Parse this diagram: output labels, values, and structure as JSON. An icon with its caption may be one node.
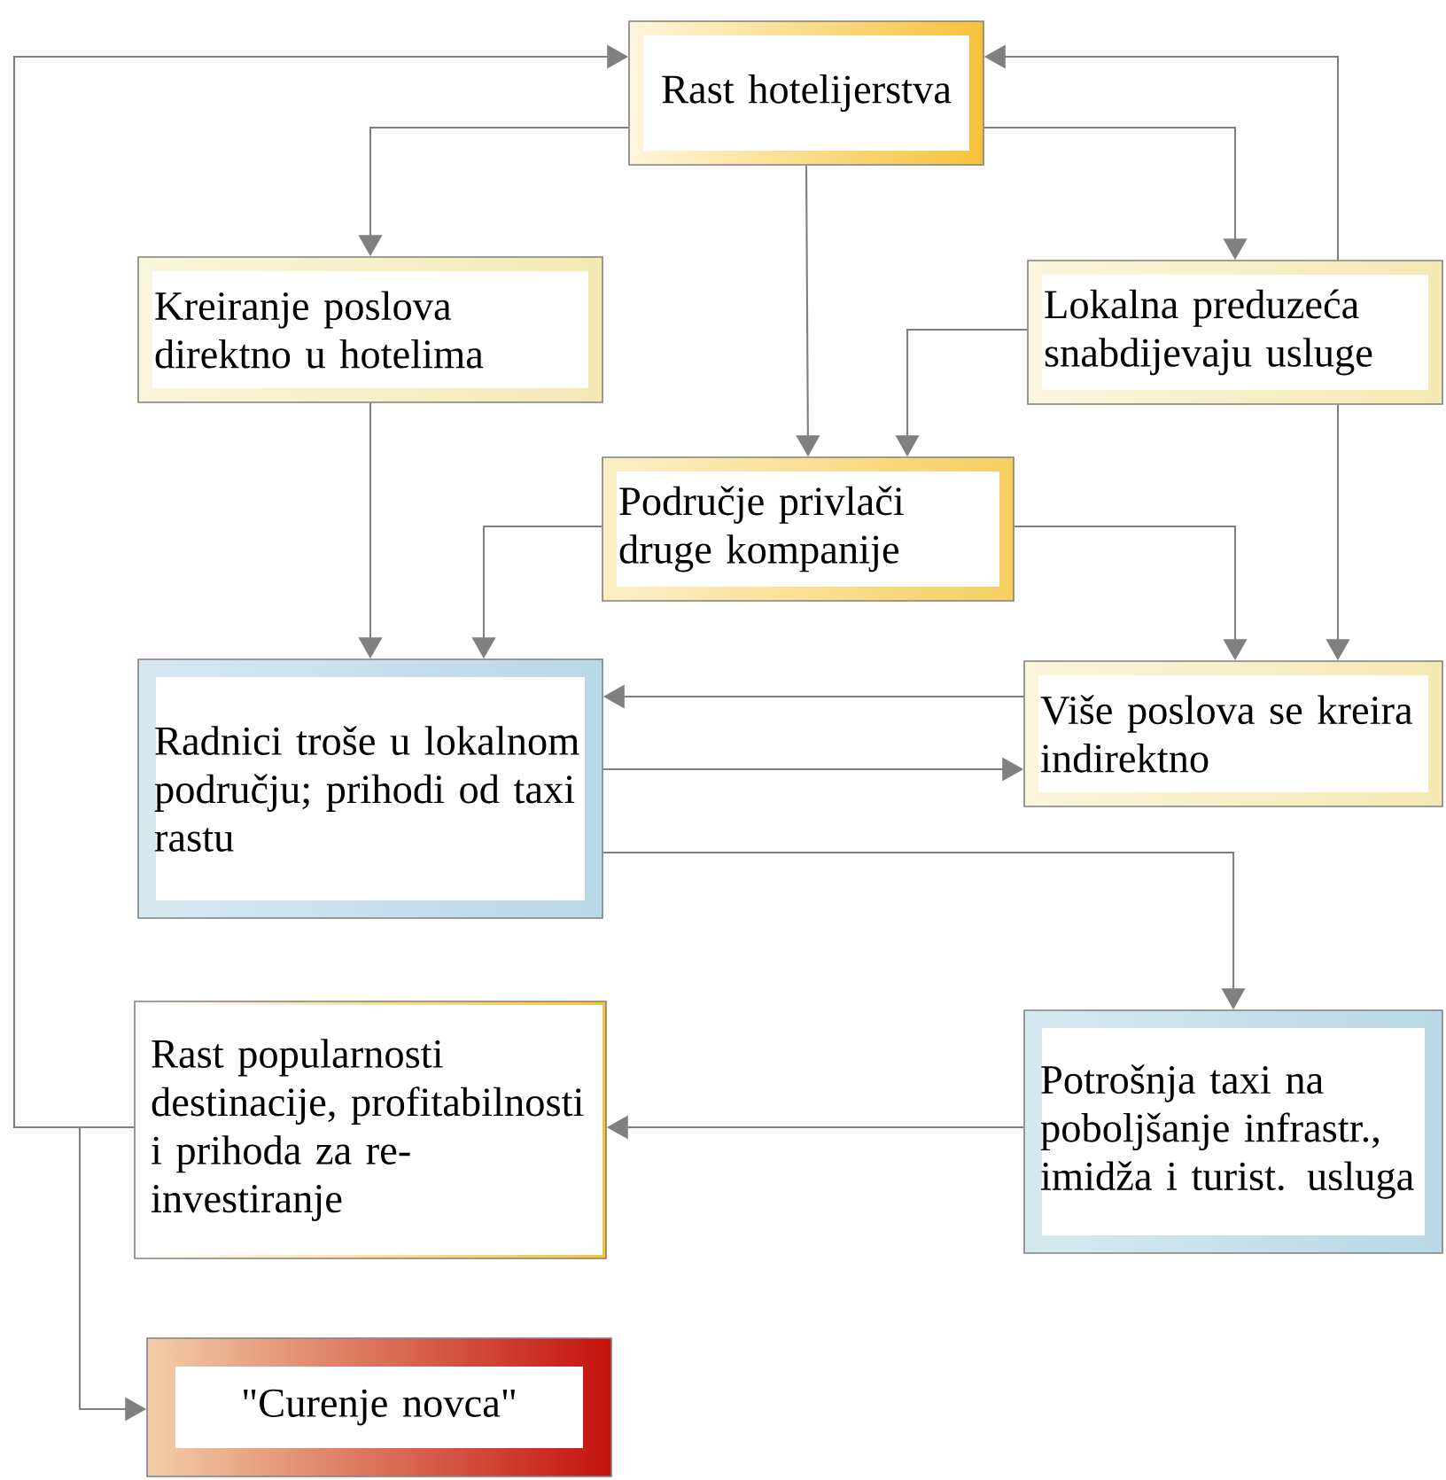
{
  "diagram": {
    "nodes": [
      {
        "text": [
          "Rast hotelijerstva"
        ]
      },
      {
        "text": [
          "Kreiranje poslova direktno u hotelima"
        ]
      },
      {
        "text": [
          "Lokalna preduzeća snabdijevaju usluge"
        ]
      },
      {
        "text": [
          "Područje privlači druge kompanije"
        ]
      },
      {
        "text": [
          "Radnici troše u lokalnom području; prihodi od taxi rastu"
        ]
      },
      {
        "text": [
          "Više poslova se kreira indirektno"
        ]
      },
      {
        "text": [
          "Rast popularnosti destinacije, profitabilnosti i prihoda za re-investiranje"
        ]
      },
      {
        "text": [
          "Potrošnja taxi na poboljšanje infrastr., imidža i turist. usluga"
        ]
      },
      {
        "text": [
          "\"Curenje novca\""
        ]
      }
    ],
    "edges": [
      {
        "from": 0,
        "to": 1,
        "arrow": "to"
      },
      {
        "from": 0,
        "to": 2,
        "arrow": "to"
      },
      {
        "from": 0,
        "to": 3,
        "arrow": "to"
      },
      {
        "from": 2,
        "to": 3,
        "arrow": "to"
      },
      {
        "from": 1,
        "to": 4,
        "arrow": "to"
      },
      {
        "from": 3,
        "to": 4,
        "arrow": "to"
      },
      {
        "from": 3,
        "to": 5,
        "arrow": "to"
      },
      {
        "from": 2,
        "to": 5,
        "arrow": "to"
      },
      {
        "from": 5,
        "to": 4,
        "arrow": "to"
      },
      {
        "from": 4,
        "to": 5,
        "arrow": "to"
      },
      {
        "from": 4,
        "to": 7,
        "arrow": "to"
      },
      {
        "from": 7,
        "to": 6,
        "arrow": "to"
      },
      {
        "from": 6,
        "to": 0,
        "arrow": "to"
      },
      {
        "from": 6,
        "to": 8,
        "arrow": "to"
      },
      {
        "from": 2,
        "to": 0,
        "arrow": "to"
      }
    ]
  }
}
